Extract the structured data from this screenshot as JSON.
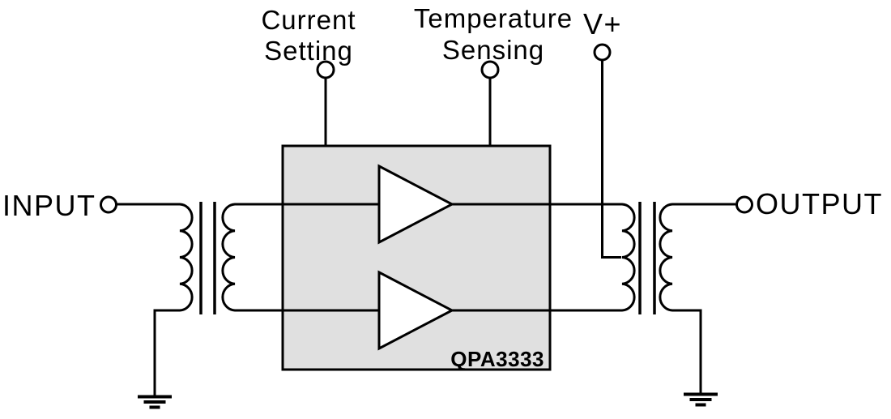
{
  "diagram": {
    "type": "functional-block-diagram",
    "device": {
      "part_number": "QPA3333",
      "description": "dual amplifier block with input and output transformers"
    },
    "pins": {
      "input": "INPUT",
      "output": "OUTPUT",
      "supply": "V+",
      "current_setting": [
        "Current",
        "Setting"
      ],
      "temperature_sensing": [
        "Temperature",
        "Sensing"
      ]
    },
    "components": {
      "amplifiers": 2,
      "input_transformer": "primary grounded, secondary feeds both amplifier lines",
      "output_transformer": "center-tapped primary fed by V+, secondary grounded"
    },
    "colors": {
      "background": "#ffffff",
      "box_fill": "#e0e0e0",
      "line": "#000000",
      "amp_fill": "#ffffff"
    }
  }
}
